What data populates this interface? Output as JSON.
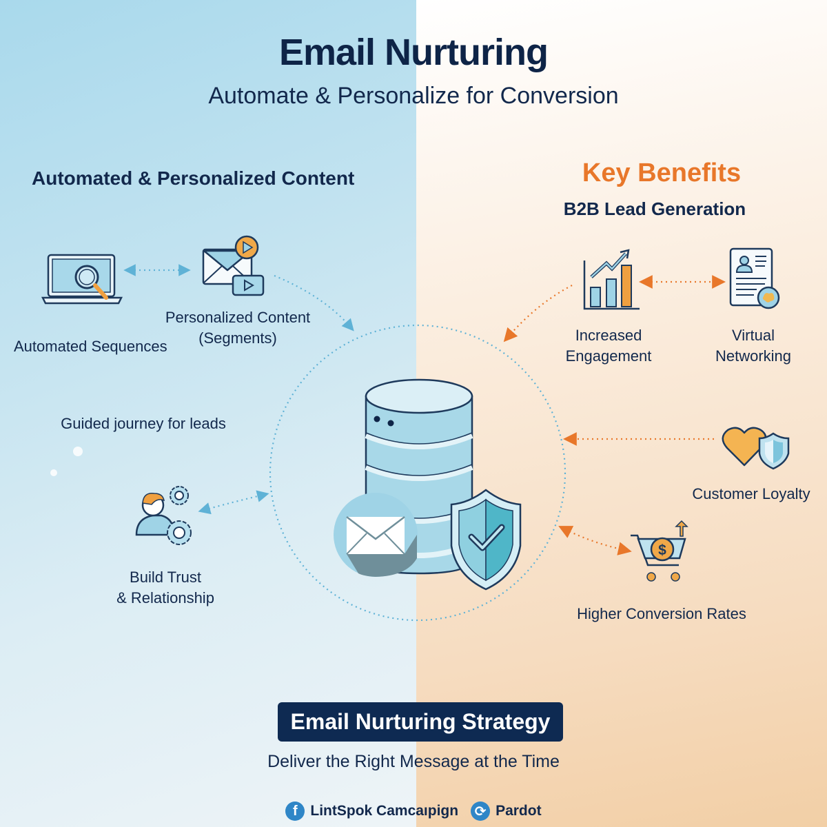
{
  "header": {
    "title": "Email Nurturing",
    "subtitle": "Automate & Personalize for Conversion"
  },
  "left_section": {
    "heading": "Automated & Personalized Content",
    "items": [
      {
        "label": "Automated Sequences",
        "icon": "laptop-search-icon"
      },
      {
        "label_line1": "Personalized Content",
        "label_line2": "(Segments)",
        "icon": "email-video-icon"
      },
      {
        "label": "Guided journey for leads"
      },
      {
        "label_line1": "Build Trust",
        "label_line2": "& Relationship",
        "icon": "person-gears-icon"
      }
    ]
  },
  "right_section": {
    "heading": "Key Benefits",
    "subheading": "B2B Lead Generation",
    "items": [
      {
        "label_line1": "Increased",
        "label_line2": "Engagement",
        "icon": "bar-chart-growth-icon"
      },
      {
        "label_line1": "Virtual",
        "label_line2": "Networking",
        "icon": "profile-document-icon"
      },
      {
        "label": "Customer Loyalty",
        "icon": "heart-shield-icon"
      },
      {
        "label": "Higher Conversion Rates",
        "icon": "cart-dollar-icon"
      }
    ]
  },
  "center": {
    "icons": [
      "database-icon",
      "envelope-icon",
      "shield-check-icon"
    ]
  },
  "cta": {
    "label": "Email Nurturing Strategy",
    "tagline": "Deliver the Right Message at the Time"
  },
  "footer": {
    "brand1": "LintSpok Camcaıpign",
    "brand2": "Pardot"
  },
  "colors": {
    "navy": "#0e2a52",
    "orange": "#e8772a",
    "light_blue": "#9fd3e6",
    "dotted_blue": "#5fb2d6"
  }
}
